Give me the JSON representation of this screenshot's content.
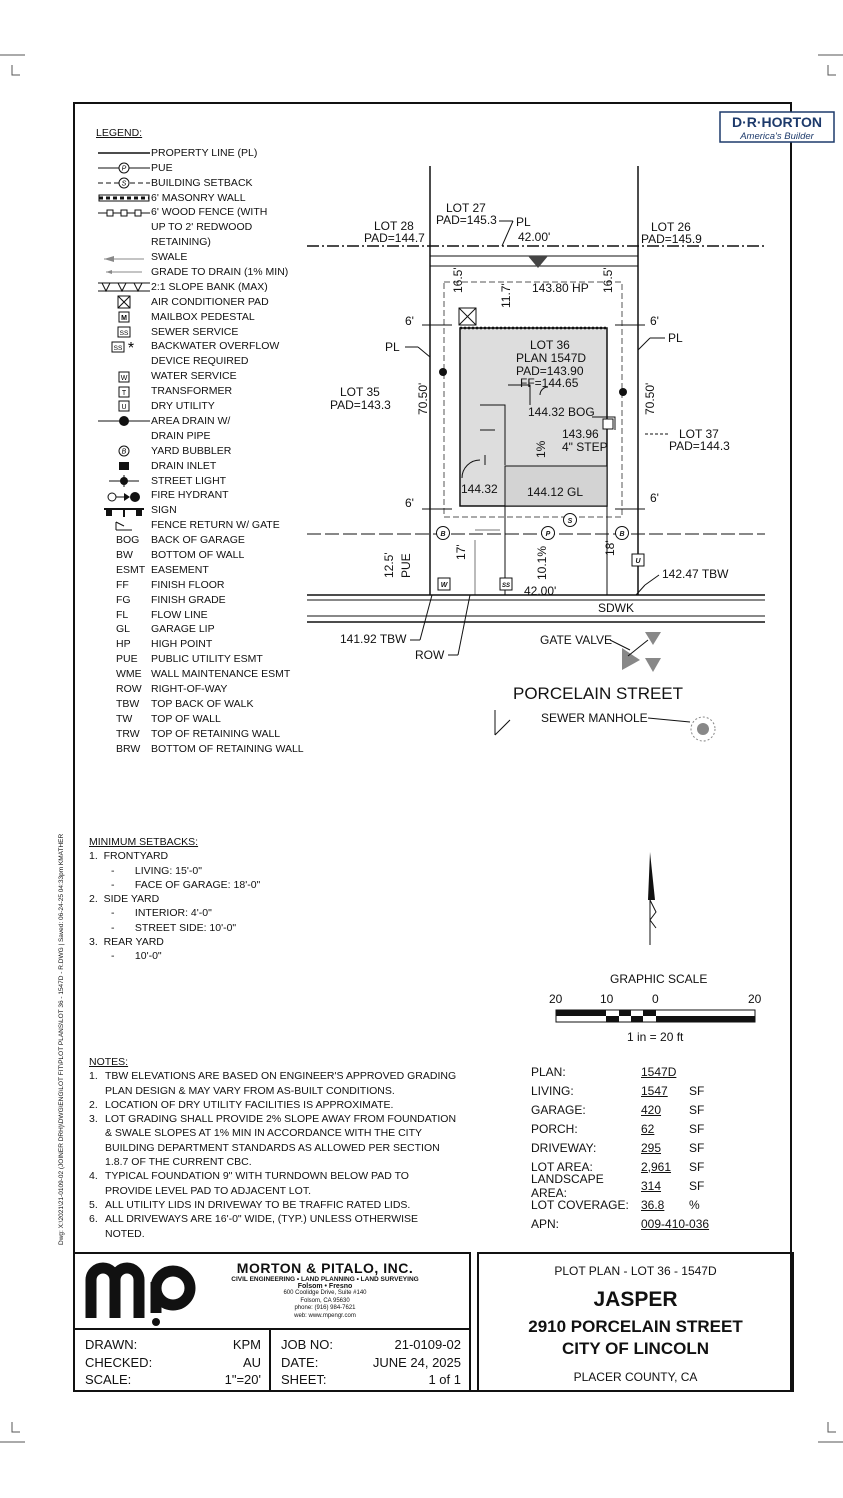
{
  "logo": {
    "name": "D·R·HORTON",
    "tagline": "America's Builder"
  },
  "legend": {
    "heading": "LEGEND:",
    "items": [
      {
        "sym": "line-solid",
        "text": "PROPERTY LINE (PL)"
      },
      {
        "sym": "pue-line",
        "text": "PUE"
      },
      {
        "sym": "setback-line",
        "text": "BUILDING SETBACK"
      },
      {
        "sym": "masonry-wall",
        "text": "6' MASONRY WALL"
      },
      {
        "sym": "wood-fence",
        "text": "6' WOOD FENCE (WITH"
      },
      {
        "sym": "",
        "text": "UP TO 2' REDWOOD"
      },
      {
        "sym": "",
        "text": "RETAINING)"
      },
      {
        "sym": "swale",
        "text": "SWALE"
      },
      {
        "sym": "grade-arrow",
        "text": "GRADE TO DRAIN (1% MIN)"
      },
      {
        "sym": "slope-bank",
        "text": "2:1 SLOPE BANK (MAX)"
      },
      {
        "sym": "ac-pad",
        "text": "AIR CONDITIONER PAD"
      },
      {
        "sym": "mailbox",
        "text": "MAILBOX PEDESTAL"
      },
      {
        "sym": "sewer",
        "text": "SEWER SERVICE"
      },
      {
        "sym": "backwater",
        "text": "BACKWATER OVERFLOW"
      },
      {
        "sym": "",
        "text": "DEVICE REQUIRED"
      },
      {
        "sym": "water",
        "text": "WATER SERVICE"
      },
      {
        "sym": "transformer",
        "text": "TRANSFORMER"
      },
      {
        "sym": "dry-utility",
        "text": "DRY UTILITY"
      },
      {
        "sym": "area-drain",
        "text": "AREA DRAIN W/"
      },
      {
        "sym": "",
        "text": "DRAIN PIPE"
      },
      {
        "sym": "bubbler",
        "text": "YARD BUBBLER"
      },
      {
        "sym": "drain-inlet",
        "text": "DRAIN INLET"
      },
      {
        "sym": "street-light",
        "text": "STREET LIGHT"
      },
      {
        "sym": "hydrant",
        "text": "FIRE HYDRANT"
      },
      {
        "sym": "sign",
        "text": "SIGN"
      },
      {
        "sym": "fence-return",
        "text": "FENCE RETURN W/ GATE"
      }
    ],
    "abbreviations": [
      {
        "abbr": "BOG",
        "text": "BACK OF GARAGE"
      },
      {
        "abbr": "BW",
        "text": "BOTTOM OF WALL"
      },
      {
        "abbr": "ESMT",
        "text": "EASEMENT"
      },
      {
        "abbr": "FF",
        "text": "FINISH FLOOR"
      },
      {
        "abbr": "FG",
        "text": "FINISH GRADE"
      },
      {
        "abbr": "FL",
        "text": "FLOW LINE"
      },
      {
        "abbr": "GL",
        "text": "GARAGE LIP"
      },
      {
        "abbr": "HP",
        "text": "HIGH POINT"
      },
      {
        "abbr": "PUE",
        "text": "PUBLIC UTILITY ESMT"
      },
      {
        "abbr": "WME",
        "text": "WALL MAINTENANCE ESMT"
      },
      {
        "abbr": "ROW",
        "text": "RIGHT-OF-WAY"
      },
      {
        "abbr": "TBW",
        "text": "TOP BACK OF WALK"
      },
      {
        "abbr": "TW",
        "text": "TOP OF WALL"
      },
      {
        "abbr": "TRW",
        "text": "TOP OF RETAINING WALL"
      },
      {
        "abbr": "BRW",
        "text": "BOTTOM OF RETAINING WALL"
      }
    ]
  },
  "plan": {
    "lot28": "LOT 28",
    "lot28_pad": "PAD=144.7",
    "lot27": "LOT 27",
    "lot27_pad": "PAD=145.3",
    "lot26": "LOT 26",
    "lot26_pad": "PAD=145.9",
    "lot35": "LOT 35",
    "lot35_pad": "PAD=143.3",
    "lot37": "LOT 37",
    "lot37_pad": "PAD=144.3",
    "pl": "PL",
    "rear_width": "42.00'",
    "front_width": "42.00'",
    "hp": "143.80 HP",
    "rear_setback_left": "16.5'",
    "rear_setback_mid": "11.7'",
    "rear_setback_right": "16.5'",
    "side_left_top": "6'",
    "side_right_top": "6'",
    "side_left_bot": "6'",
    "side_right_bot": "6'",
    "depth_left": "70.50'",
    "depth_right": "70.50'",
    "lot36": "LOT 36",
    "plan_label": "PLAN 1547D",
    "pad": "PAD=143.90",
    "ff": "FF=144.65",
    "bog": "144.32 BOG",
    "step_elev": "143.96",
    "step_label": "4\" STEP",
    "slope": "1%",
    "porch_elev": "144.32",
    "gl": "144.12 GL",
    "pue_width": "12.5'",
    "pue_label": "PUE",
    "front_setback_left": "17'",
    "front_setback_right": "18'",
    "drive_slope": "10.1%",
    "tbw_right": "142.47 TBW",
    "tbw_left": "141.92 TBW",
    "row": "ROW",
    "sdwk": "SDWK",
    "gate_valve": "GATE VALVE",
    "street": "PORCELAIN STREET",
    "sewer_manhole": "SEWER MANHOLE",
    "sym_b": "B",
    "sym_p": "P",
    "sym_s": "S",
    "sym_w": "W",
    "sym_ss": "SS",
    "sym_u": "U"
  },
  "setbacks": {
    "heading": "MINIMUM SETBACKS:",
    "lines": [
      "1.  FRONTYARD",
      "-       LIVING: 15'-0\"",
      "-       FACE OF GARAGE: 18'-0\"",
      "2.  SIDE YARD",
      "-       INTERIOR: 4'-0\"",
      "-       STREET SIDE: 10'-0\"",
      "3.  REAR YARD",
      "-       10'-0\""
    ]
  },
  "scale": {
    "title": "GRAPHIC SCALE",
    "ticks": [
      "20",
      "10",
      "0",
      "20"
    ],
    "ratio": "1 in =  20 ft"
  },
  "notes": {
    "heading": "NOTES:",
    "items": [
      {
        "n": "1.",
        "t": "TBW ELEVATIONS ARE BASED ON ENGINEER'S APPROVED GRADING PLAN DESIGN & MAY VARY FROM AS-BUILT CONDITIONS."
      },
      {
        "n": "2.",
        "t": "LOCATION OF DRY UTILITY FACILITIES IS APPROXIMATE."
      },
      {
        "n": "3.",
        "t": "LOT GRADING SHALL PROVIDE 2% SLOPE AWAY FROM FOUNDATION & SWALE SLOPES AT 1% MIN IN ACCORDANCE WITH THE CITY BUILDING DEPARTMENT STANDARDS AS ALLOWED PER SECTION 1.8.7 OF THE CURRENT CBC."
      },
      {
        "n": "4.",
        "t": "TYPICAL FOUNDATION 9\" WITH TURNDOWN BELOW PAD TO PROVIDE LEVEL PAD TO ADJACENT LOT."
      },
      {
        "n": "5.",
        "t": "ALL UTILITY LIDS IN DRIVEWAY TO BE TRAFFIC RATED LIDS."
      },
      {
        "n": "6.",
        "t": "ALL DRIVEWAYS ARE 16'-0\" WIDE, (TYP.) UNLESS OTHERWISE NOTED."
      }
    ]
  },
  "stats": [
    {
      "k": "PLAN:",
      "v": "1547D",
      "u": ""
    },
    {
      "k": "LIVING:",
      "v": "1547",
      "u": "SF"
    },
    {
      "k": "GARAGE:",
      "v": "420",
      "u": "SF"
    },
    {
      "k": "PORCH:",
      "v": "62",
      "u": "SF"
    },
    {
      "k": "DRIVEWAY:",
      "v": "295",
      "u": "SF"
    },
    {
      "k": "LOT AREA:",
      "v": "2,961",
      "u": "SF"
    },
    {
      "k": "LANDSCAPE AREA:",
      "v": "314",
      "u": "SF"
    },
    {
      "k": "LOT COVERAGE:",
      "v": "36.8",
      "u": "%"
    },
    {
      "k": "APN:",
      "v": "009-410-036",
      "u": ""
    }
  ],
  "firm": {
    "logo": "mp",
    "name": "MORTON & PITALO, INC.",
    "services": "CIVIL ENGINEERING • LAND PLANNING • LAND SURVEYING",
    "cities": "Folsom  •  Fresno",
    "addr1": "600 Coolidge Drive, Suite #140",
    "addr2": "Folsom, CA 95630",
    "phone": "phone: (916) 984-7621",
    "web": "web: www.mpengr.com"
  },
  "titleblock": {
    "drawn_k": "DRAWN:",
    "drawn_v": "KPM",
    "checked_k": "CHECKED:",
    "checked_v": "AU",
    "scale_k": "SCALE:",
    "scale_v": "1\"=20'",
    "job_k": "JOB NO:",
    "job_v": "21-0109-02",
    "date_k": "DATE:",
    "date_v": "JUNE 24, 2025",
    "sheet_k": "SHEET:",
    "sheet_v": "1 of 1"
  },
  "title": {
    "line1": "PLOT  PLAN - LOT 36 - 1547D",
    "name": "JASPER",
    "address": "2910 PORCELAIN STREET",
    "city": "CITY OF LINCOLN",
    "county": "PLACER COUNTY, CA"
  },
  "dwg_path": "Dwg: X:\\2021\\21-0109-02 (JOINER DRH)\\DWG\\ENG\\LOT FIT\\PLOT PLANS\\LOT 36 - 1547D - R.DWG  |  Saved: 06-24-25 04:33pm  KMATHER"
}
